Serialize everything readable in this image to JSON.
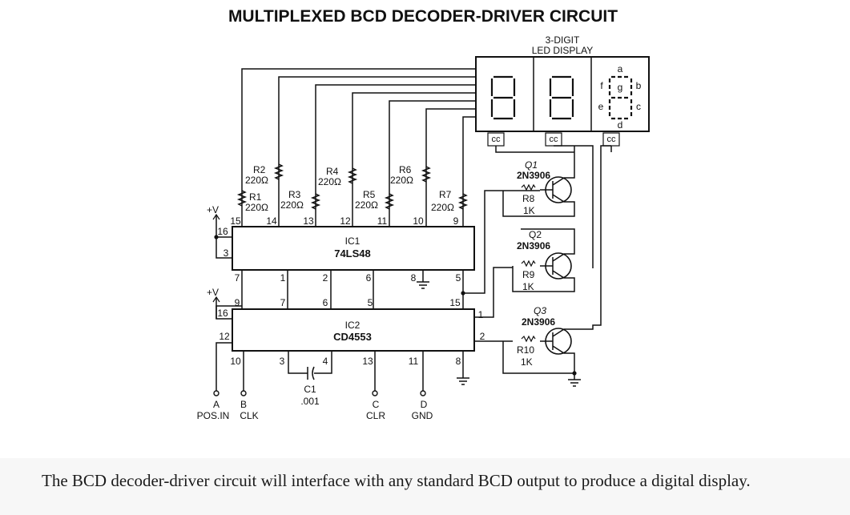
{
  "title": "MULTIPLEXED BCD DECODER-DRIVER CIRCUIT",
  "display": {
    "label_line1": "3-DIGIT",
    "label_line2": "LED DISPLAY",
    "segments": [
      "a",
      "b",
      "c",
      "d",
      "e",
      "f",
      "g"
    ],
    "cc": "cc"
  },
  "ic1": {
    "ref": "IC1",
    "part": "74LS48",
    "top_pins": [
      "15",
      "14",
      "13",
      "12",
      "11",
      "10",
      "9"
    ],
    "left_pins": [
      "16",
      "3"
    ],
    "bottom_pins": [
      "7",
      "1",
      "2",
      "6",
      "8",
      "5"
    ]
  },
  "ic2": {
    "ref": "IC2",
    "part": "CD4553",
    "top_pins": [
      "7",
      "6",
      "5",
      "15"
    ],
    "left_pins": [
      "9",
      "16",
      "12"
    ],
    "right_pins": [
      "1",
      "2"
    ],
    "bottom_pins": [
      "10",
      "3",
      "4",
      "13",
      "11",
      "8"
    ]
  },
  "supply": "+V",
  "resistors": [
    {
      "ref": "R1",
      "value": "220Ω"
    },
    {
      "ref": "R2",
      "value": "220Ω"
    },
    {
      "ref": "R3",
      "value": "220Ω"
    },
    {
      "ref": "R4",
      "value": "220Ω"
    },
    {
      "ref": "R5",
      "value": "220Ω"
    },
    {
      "ref": "R6",
      "value": "220Ω"
    },
    {
      "ref": "R7",
      "value": "220Ω"
    }
  ],
  "transistors": [
    {
      "ref": "Q1",
      "part": "2N3906",
      "res_ref": "R8",
      "res_value": "1K"
    },
    {
      "ref": "Q2",
      "part": "2N3906",
      "res_ref": "R9",
      "res_value": "1K"
    },
    {
      "ref": "Q3",
      "part": "2N3906",
      "res_ref": "R10",
      "res_value": "1K"
    }
  ],
  "capacitor": {
    "ref": "C1",
    "value": ".001"
  },
  "terminals": [
    {
      "letter": "A",
      "label": "POS.IN"
    },
    {
      "letter": "B",
      "label": "CLK"
    },
    {
      "letter": "C",
      "label": "CLR"
    },
    {
      "letter": "D",
      "label": "GND"
    }
  ],
  "caption": "The BCD decoder-driver circuit will interface with any standard BCD output to produce a digital display."
}
